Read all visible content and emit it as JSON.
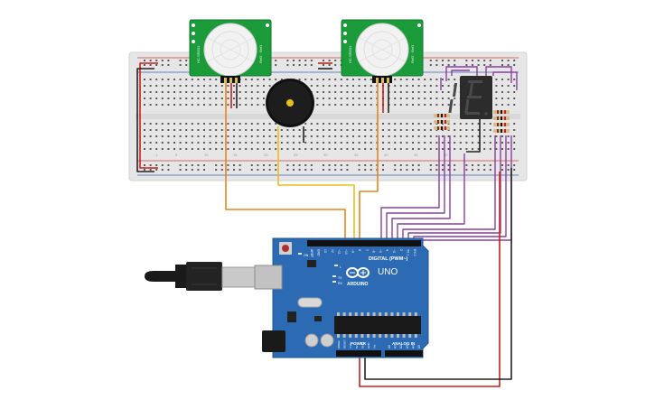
{
  "pir_sensors": [
    {
      "silk_left": "HC-SR501",
      "silk_right": "Ref2 · Ref1"
    },
    {
      "silk_left": "HC-SR501",
      "silk_right": "Ref2 · Ref1"
    }
  ],
  "breadboard": {
    "row_labels": [
      "1",
      "5",
      "10",
      "15",
      "20",
      "25",
      "30",
      "35",
      "40",
      "45",
      "50"
    ]
  },
  "seven_segment": {
    "digit": "8"
  },
  "arduino": {
    "digital_label": "DIGITAL (PWM~)",
    "uno_text": "UNO",
    "brand_text": "ARDUINO",
    "power_label": "POWER",
    "analog_label": "ANALOG IN",
    "tx_label": "TX",
    "rx_label": "RX",
    "l_label": "L",
    "on_label": "ON",
    "digital_pins": [
      "AREF",
      "GND",
      "13",
      "12",
      "~11",
      "~10",
      "~9",
      "8",
      "7",
      "~6",
      "~5",
      "4",
      "~3",
      "2",
      "TX 1",
      "RX 0"
    ],
    "power_pins": [
      "IOREF",
      "RESET",
      "3.3V",
      "5V",
      "GND",
      "GND",
      "Vin"
    ],
    "analog_pins": [
      "A0",
      "A1",
      "A2",
      "A3",
      "A4",
      "A5"
    ]
  },
  "colors": {
    "breadboard": "#e8e8e8",
    "pir_board": "#1b9b3a",
    "arduino_board": "#2c6bb4",
    "wire_orange": "#e6861a",
    "wire_yellow": "#e8c01a",
    "wire_purple": "#8a3fa0",
    "wire_red": "#c8201e",
    "wire_black": "#222222"
  }
}
